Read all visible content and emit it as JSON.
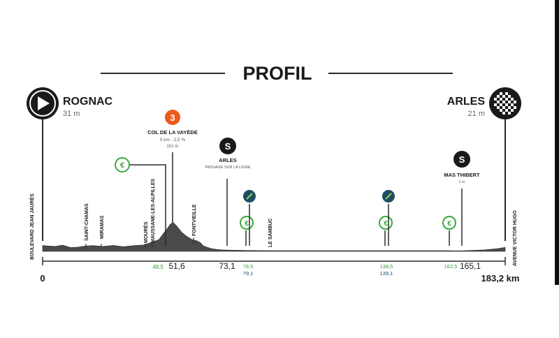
{
  "header": {
    "title": "PROFIL"
  },
  "start": {
    "name": "ROGNAC",
    "altitude": "31 m",
    "road": "BOULEVARD JEAN JAURÈS",
    "km": "0"
  },
  "finish": {
    "name": "ARLES",
    "altitude": "21 m",
    "road": "AVENUE VICTOR HUGO",
    "km": "183,2 km"
  },
  "climb": {
    "category": "3",
    "name": "COL DE LA VAYÈDE",
    "detail": "5 km - 2,5 %",
    "altitude": "151 m",
    "km": "51,6"
  },
  "sprints": [
    {
      "name": "ARLES",
      "note": "PASSAGE SUR LA LIGNE",
      "km": "73,1"
    },
    {
      "name": "MAS THIBERT",
      "note": "1 m",
      "km": "165,1"
    }
  ],
  "places": [
    {
      "name": "SAINT-CHAMAS"
    },
    {
      "name": "MIRAMAS"
    },
    {
      "name": "MOURÈS"
    },
    {
      "name": "MAUSSANE-LES-ALPILLES"
    },
    {
      "name": "FONTVIEILLE"
    },
    {
      "name": "LE SAMBUC"
    }
  ],
  "feed_zones": [
    {
      "km": "49,5"
    },
    {
      "km": "78,5",
      "km2": "79,1"
    },
    {
      "km": "138,5",
      "km2": "139,1"
    },
    {
      "km": "162,5"
    }
  ],
  "colors": {
    "profile_fill": "#4a4a4a",
    "feed": "#3aaa3a",
    "feed_km": "#3a9a3a",
    "climb_badge": "#ec5a1c",
    "zone_badge": "#1e4e66",
    "zone_stripe": "#9fd13c",
    "accent_dark": "#1a1a1a"
  },
  "chart_data": {
    "type": "area",
    "title": "PROFIL",
    "xlabel": "",
    "ylabel": "",
    "xlim": [
      0,
      183.2
    ],
    "ylim": [
      0,
      160
    ],
    "series": [
      {
        "x": [
          0,
          2,
          5,
          8,
          11,
          14,
          17,
          20,
          24,
          28,
          32,
          36,
          40,
          43,
          46,
          48,
          49.5,
          50.5,
          51.6,
          53,
          55,
          57,
          59,
          61,
          62.5,
          63.5,
          65,
          67,
          69,
          71,
          73.1,
          76,
          80,
          90,
          100,
          110,
          120,
          130,
          140,
          150,
          160,
          165.1,
          170,
          175,
          180,
          183.2
        ],
        "y": [
          31,
          28,
          26,
          32,
          20,
          22,
          28,
          30,
          26,
          31,
          24,
          30,
          33,
          46,
          60,
          95,
          120,
          138,
          151,
          132,
          100,
          78,
          62,
          55,
          45,
          30,
          22,
          14,
          10,
          8,
          7,
          6,
          5,
          4,
          4,
          4,
          4,
          4,
          4,
          4,
          4,
          3,
          5,
          8,
          14,
          21
        ]
      }
    ],
    "annotations": [
      {
        "label": "COL DE LA VAYÈDE",
        "x": 51.6,
        "y": 151
      },
      {
        "label": "ARLES",
        "x": 73.1
      },
      {
        "label": "MAS THIBERT",
        "x": 165.1
      }
    ]
  }
}
